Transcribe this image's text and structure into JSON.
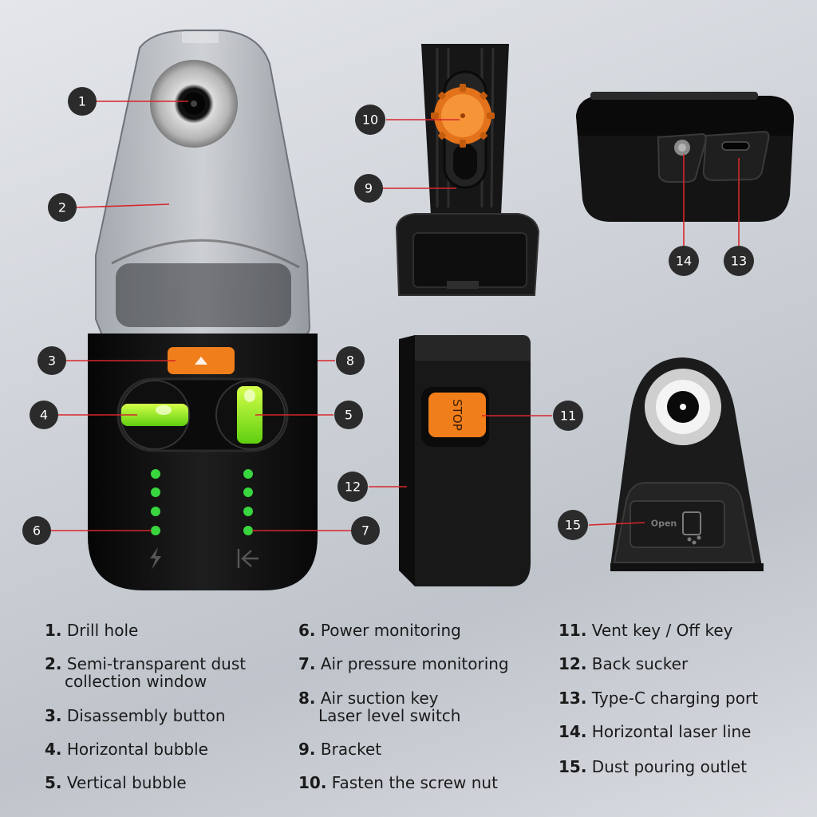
{
  "callouts": [
    "1",
    "2",
    "3",
    "4",
    "5",
    "6",
    "7",
    "8",
    "9",
    "10",
    "11",
    "12",
    "13",
    "14",
    "15"
  ],
  "device_text": {
    "stop_key": "STOP",
    "open_label": "Open"
  },
  "legend": {
    "col1": [
      {
        "num": "1.",
        "line1": "Drill hole",
        "line2": ""
      },
      {
        "num": "2.",
        "line1": "Semi-transparent dust",
        "line2": "collection window"
      },
      {
        "num": "3.",
        "line1": "Disassembly button",
        "line2": ""
      },
      {
        "num": "4.",
        "line1": "Horizontal bubble",
        "line2": ""
      },
      {
        "num": "5.",
        "line1": "Vertical bubble",
        "line2": ""
      }
    ],
    "col2": [
      {
        "num": "6.",
        "line1": "Power monitoring",
        "line2": ""
      },
      {
        "num": "7.",
        "line1": "Air pressure monitoring",
        "line2": ""
      },
      {
        "num": "8.",
        "line1": "Air suction key",
        "line2": "Laser level switch"
      },
      {
        "num": "9.",
        "line1": "Bracket",
        "line2": ""
      },
      {
        "num": "10.",
        "line1": "Fasten the screw nut",
        "line2": ""
      }
    ],
    "col3": [
      {
        "num": "11.",
        "line1": "Vent key / Off key",
        "line2": ""
      },
      {
        "num": "12.",
        "line1": "Back sucker",
        "line2": ""
      },
      {
        "num": "13.",
        "line1": "Type-C charging port",
        "line2": ""
      },
      {
        "num": "14.",
        "line1": "Horizontal laser line",
        "line2": ""
      },
      {
        "num": "15.",
        "line1": "Dust pouring outlet",
        "line2": ""
      }
    ]
  },
  "colors": {
    "callout_fill": "#2b2b2b",
    "leader_line": "#d7262b",
    "accent_orange": "#f07e1a",
    "led_green": "#39d63f",
    "body_black": "#151515"
  }
}
